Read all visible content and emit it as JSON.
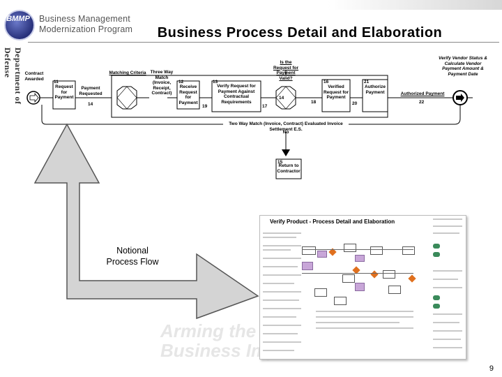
{
  "header": {
    "org_line1": "Business Management",
    "org_line2": "Modernization Program",
    "logo_text": "BMMP",
    "title": "Business Process Detail and Elaboration",
    "side_text": "Department of Defense"
  },
  "flow": {
    "start_event": "Contract Awarded",
    "request_payment": "Request for Payment",
    "payment_requested": "Payment Requested",
    "matching_criteria": "Matching Criteria",
    "three_way_match": "Three Way Match (Invoice, Receipt, Contract)",
    "receive_request": "Receive Request for Payment",
    "verify_request": "Verify Request for Payment Against Contractual Requirements",
    "is_request_valid": "Is the Request for Payment Valid?",
    "verified_request": "Verified Request for Payment",
    "authorize_payment": "Authorize Payment",
    "authorized_payment": "Authorized Payment",
    "verify_vendor": "Verify Vendor Status & Calculate Vendor Payment Amount & Payment Date",
    "two_way_match": "Two Way Match (Invoice, Contract) Evaluated Invoice Settlement E.S.",
    "no_label": "No",
    "return_contractor": "Return to Contractor",
    "numbers": {
      "n11": "11",
      "n12": "12",
      "n13": "13",
      "n14": "14",
      "n16": "16",
      "n17": "17",
      "n18": "18",
      "n19": "19",
      "n20": "20",
      "n21": "21",
      "n22": "22",
      "n14b": "14",
      "n15": "15"
    }
  },
  "notional_label": "Notional Process Flow",
  "thumbnail": {
    "title": "Verify Product - Process Detail and Elaboration"
  },
  "watermark": "Arming the Warfighter Through Business Improvement",
  "page_number": "9",
  "colors": {
    "arrow_fill": "#d4d4d4",
    "purple_box": "#c8a6d8",
    "orange_diamond": "#e0701e",
    "green_event": "#3a8a5a"
  }
}
